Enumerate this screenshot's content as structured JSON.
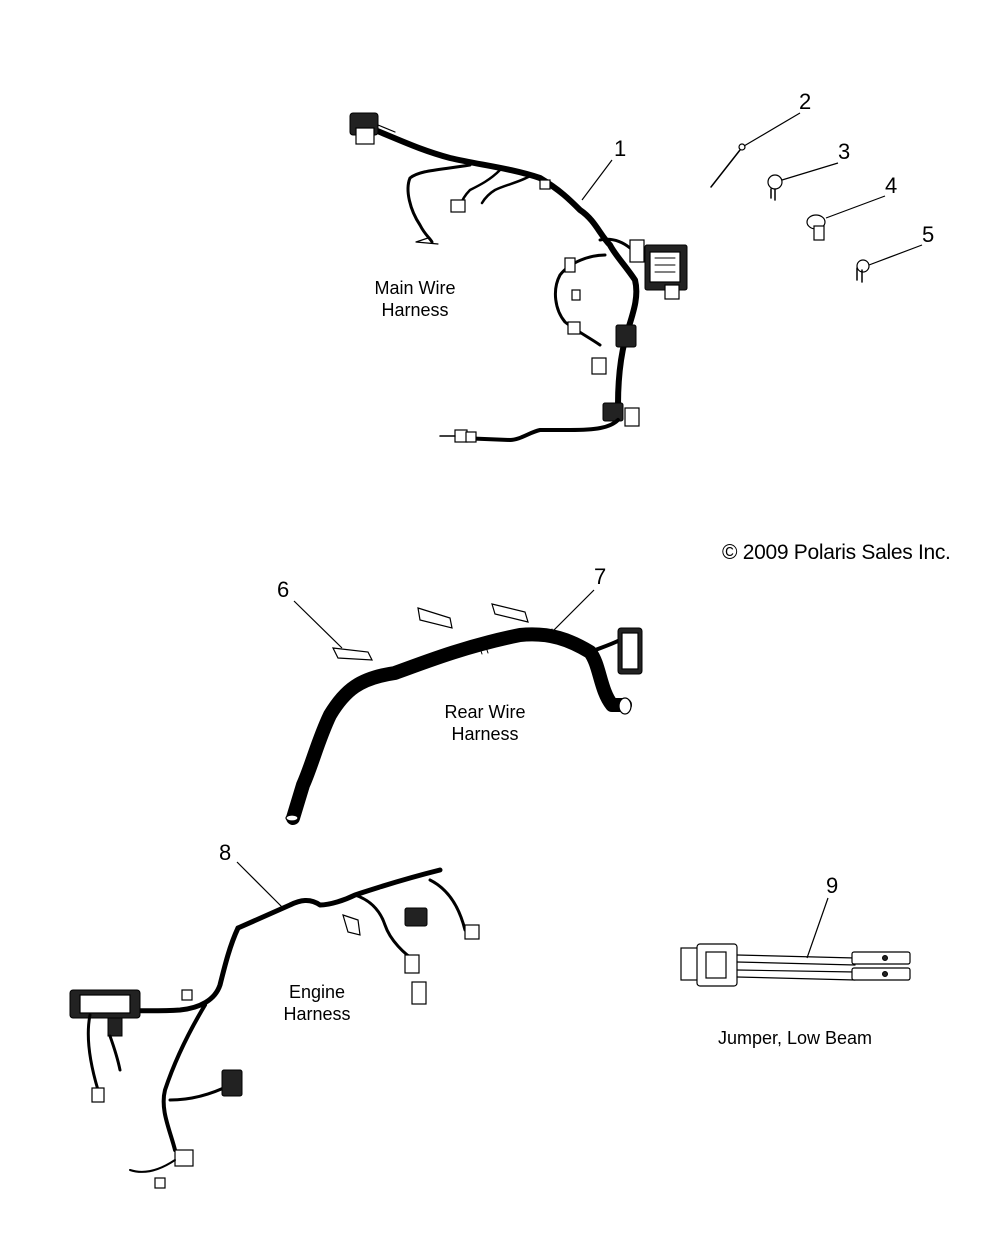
{
  "copyright": "© 2009 Polaris Sales Inc.",
  "callouts": [
    "1",
    "2",
    "3",
    "4",
    "5",
    "6",
    "7",
    "8",
    "9"
  ],
  "labels": {
    "main_harness": [
      "Main Wire",
      "Harness"
    ],
    "rear_harness": [
      "Rear Wire",
      "Harness"
    ],
    "engine_harness": [
      "Engine",
      "Harness"
    ],
    "jumper": "Jumper, Low Beam"
  }
}
